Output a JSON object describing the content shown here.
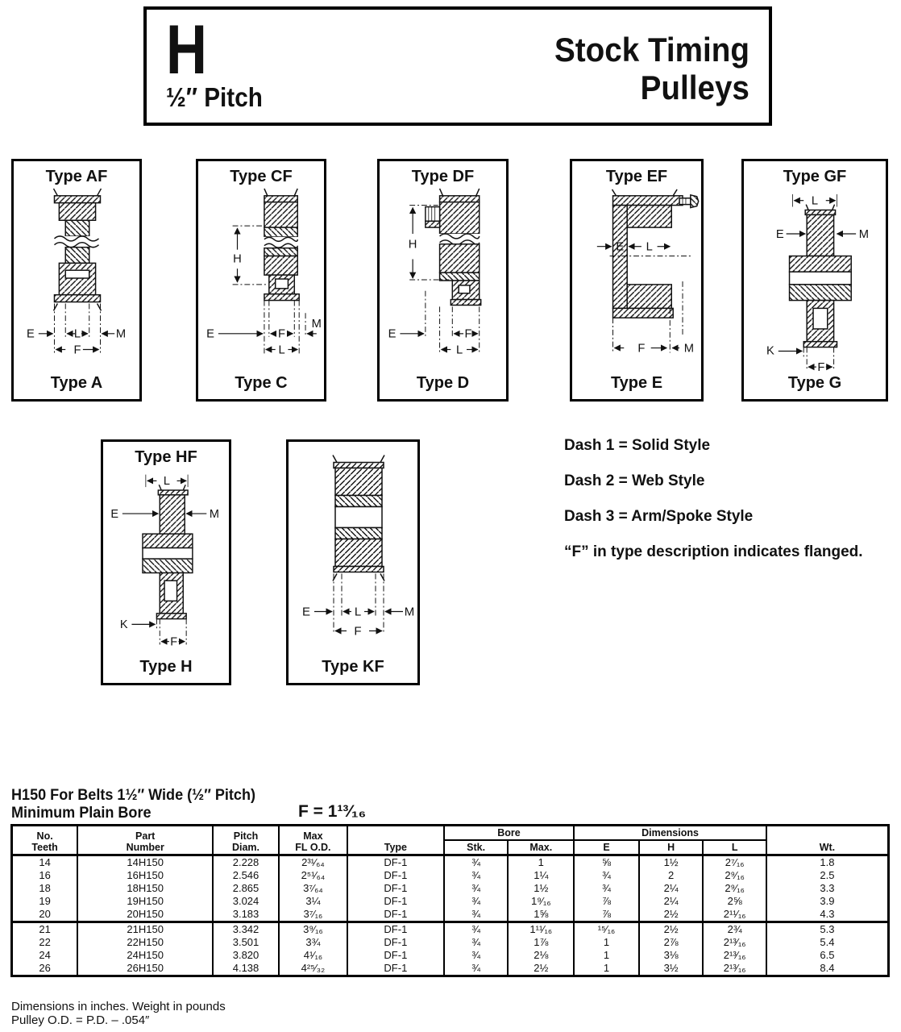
{
  "header": {
    "series_letter": "H",
    "pitch_label": "½″ Pitch",
    "title_line1": "Stock Timing",
    "title_line2": "Pulleys"
  },
  "diagrams": {
    "af": {
      "top_label": "Type AF",
      "bottom_label": "Type A",
      "dim_e": "E",
      "dim_l": "L",
      "dim_m": "M",
      "dim_f": "F"
    },
    "cf": {
      "top_label": "Type CF",
      "bottom_label": "Type C",
      "dim_h": "H",
      "dim_e": "E",
      "dim_f": "F",
      "dim_m": "M",
      "dim_l": "L"
    },
    "df": {
      "top_label": "Type DF",
      "bottom_label": "Type D",
      "dim_h": "H",
      "dim_e": "E",
      "dim_f": "F",
      "dim_l": "L"
    },
    "ef": {
      "top_label": "Type EF",
      "bottom_label": "Type E",
      "dim_e": "E",
      "dim_l": "L",
      "dim_f": "F",
      "dim_m": "M"
    },
    "gf": {
      "top_label": "Type GF",
      "bottom_label": "Type G",
      "dim_l": "L",
      "dim_e": "E",
      "dim_m": "M",
      "dim_k": "K",
      "dim_f": "F"
    },
    "hf": {
      "top_label": "Type HF",
      "bottom_label": "Type H",
      "dim_l": "L",
      "dim_e": "E",
      "dim_m": "M",
      "dim_k": "K",
      "dim_f": "F"
    },
    "kf": {
      "bottom_label": "Type KF",
      "dim_e": "E",
      "dim_l": "L",
      "dim_m": "M",
      "dim_f": "F"
    }
  },
  "notes": {
    "line1": "Dash 1 = Solid Style",
    "line2": "Dash 2 = Web Style",
    "line3": "Dash 3 = Arm/Spoke Style",
    "line4": "“F” in type description indicates flanged."
  },
  "table": {
    "title_line1": "H150 For Belts 1½″ Wide (½″ Pitch)",
    "title_line2": "Minimum Plain Bore",
    "f_note": "F = 1¹³⁄₁₆",
    "headers": {
      "teeth": [
        "No.",
        "Teeth"
      ],
      "part": [
        "Part",
        "Number"
      ],
      "pitch": [
        "Pitch",
        "Diam."
      ],
      "flod": [
        "Max",
        "FL O.D."
      ],
      "type": "Type",
      "bore": "Bore",
      "dimensions": "Dimensions",
      "stk": "Stk.",
      "max": "Max.",
      "e": "E",
      "h": "H",
      "l": "L",
      "wt": "Wt."
    },
    "group_break": 5,
    "rows": [
      [
        "14",
        "14H150",
        "2.228",
        "2³¹⁄₆₄",
        "DF-1",
        "¾",
        "1",
        "⅝",
        "1½",
        "2⁷⁄₁₆",
        "1.8"
      ],
      [
        "16",
        "16H150",
        "2.546",
        "2⁵¹⁄₆₄",
        "DF-1",
        "¾",
        "1¼",
        "¾",
        "2",
        "2⁹⁄₁₆",
        "2.5"
      ],
      [
        "18",
        "18H150",
        "2.865",
        "3⁷⁄₆₄",
        "DF-1",
        "¾",
        "1½",
        "¾",
        "2¼",
        "2⁹⁄₁₆",
        "3.3"
      ],
      [
        "19",
        "19H150",
        "3.024",
        "3¼",
        "DF-1",
        "¾",
        "1⁹⁄₁₆",
        "⅞",
        "2¼",
        "2⅝",
        "3.9"
      ],
      [
        "20",
        "20H150",
        "3.183",
        "3⁷⁄₁₆",
        "DF-1",
        "¾",
        "1⅝",
        "⅞",
        "2½",
        "2¹¹⁄₁₆",
        "4.3"
      ],
      [
        "21",
        "21H150",
        "3.342",
        "3⁹⁄₁₆",
        "DF-1",
        "¾",
        "1¹¹⁄₁₆",
        "¹⁵⁄₁₆",
        "2½",
        "2¾",
        "5.3"
      ],
      [
        "22",
        "22H150",
        "3.501",
        "3¾",
        "DF-1",
        "¾",
        "1⅞",
        "1",
        "2⅞",
        "2¹³⁄₁₆",
        "5.4"
      ],
      [
        "24",
        "24H150",
        "3.820",
        "4¹⁄₁₆",
        "DF-1",
        "¾",
        "2⅛",
        "1",
        "3⅛",
        "2¹³⁄₁₆",
        "6.5"
      ],
      [
        "26",
        "26H150",
        "4.138",
        "4²⁵⁄₃₂",
        "DF-1",
        "¾",
        "2½",
        "1",
        "3½",
        "2¹³⁄₁₆",
        "8.4"
      ]
    ],
    "footnote1": "Dimensions in inches. Weight in pounds",
    "footnote2": "Pulley O.D. = P.D. – .054″"
  }
}
